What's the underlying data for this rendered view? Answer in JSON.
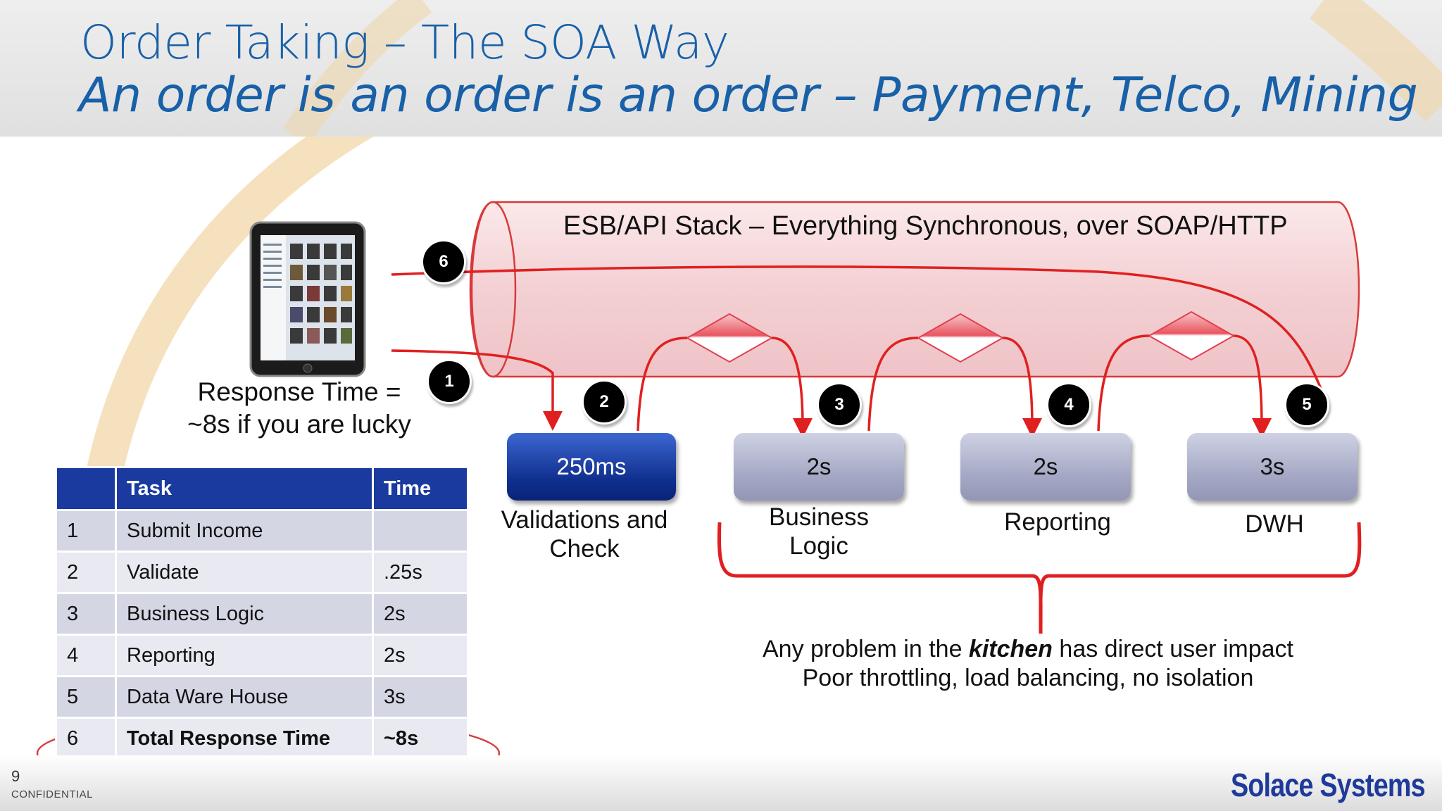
{
  "slide": {
    "title_line1": "Order Taking – The SOA Way",
    "title_line2": "An order is an order is an order – Payment, Telco, Mining",
    "page_number": "9",
    "confidential": "CONFIDENTIAL",
    "logo_text": "Solace Systems"
  },
  "diagram": {
    "tube_label": "ESB/API Stack – Everything Synchronous, over SOAP/HTTP",
    "response_time_line1": "Response Time =",
    "response_time_line2": "~8s if you are lucky",
    "steps": [
      {
        "number": "1"
      },
      {
        "number": "2"
      },
      {
        "number": "3"
      },
      {
        "number": "4"
      },
      {
        "number": "5"
      },
      {
        "number": "6"
      }
    ],
    "boxes": [
      {
        "value": "250ms",
        "caption_line1": "Validations and",
        "caption_line2": "Check"
      },
      {
        "value": "2s",
        "caption_line1": "Business",
        "caption_line2": "Logic"
      },
      {
        "value": "2s",
        "caption_line1": "Reporting",
        "caption_line2": ""
      },
      {
        "value": "3s",
        "caption_line1": "DWH",
        "caption_line2": ""
      }
    ],
    "kitchen_before": "Any problem in the ",
    "kitchen_bold": "kitchen",
    "kitchen_after": " has direct user impact",
    "kitchen_line2": "Poor throttling, load balancing, no isolation"
  },
  "table": {
    "headers": [
      "",
      "Task",
      "Time"
    ],
    "rows": [
      [
        "1",
        "Submit Income",
        ""
      ],
      [
        "2",
        "Validate",
        ".25s"
      ],
      [
        "3",
        "Business Logic",
        "2s"
      ],
      [
        "4",
        "Reporting",
        "2s"
      ],
      [
        "5",
        "Data Ware House",
        "3s"
      ],
      [
        "6",
        "Total Response Time",
        "~8s"
      ]
    ]
  },
  "colors": {
    "title": "#1860a8",
    "accent_red": "#e02020",
    "header_blue": "#1a3aa0",
    "tube_fill": "#f6d6d8"
  }
}
